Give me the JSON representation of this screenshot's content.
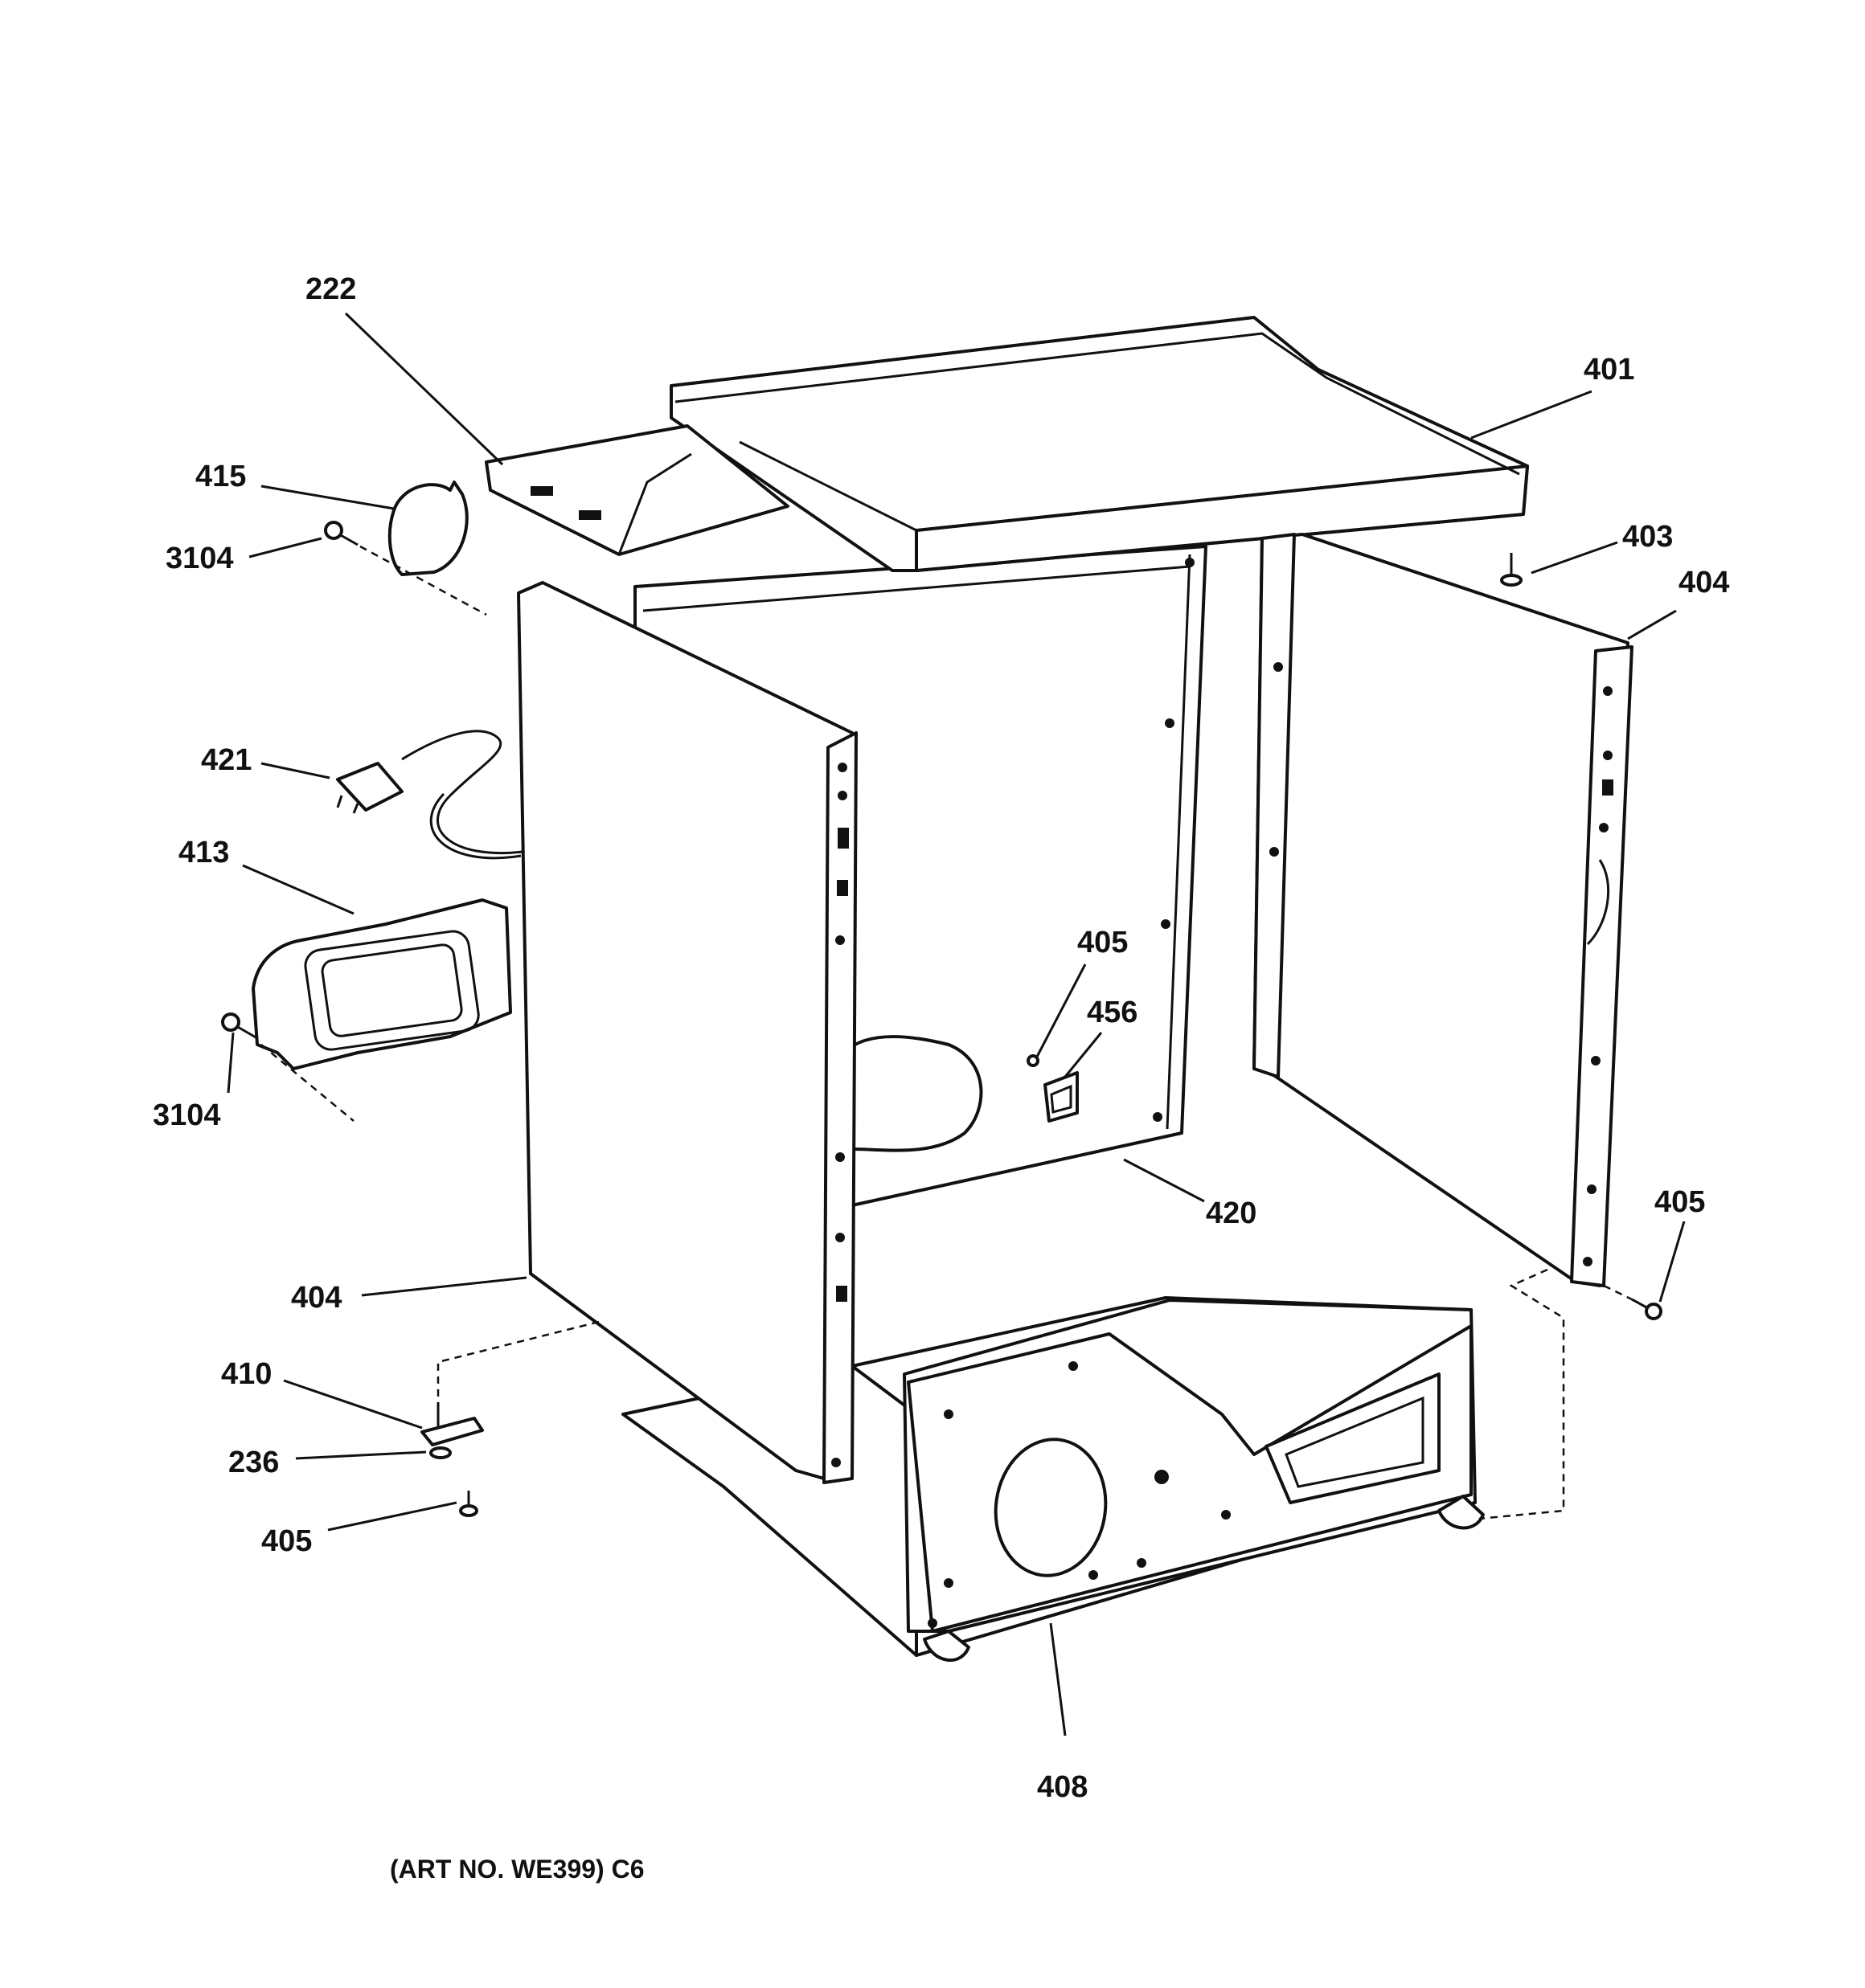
{
  "labels": {
    "l222": "222",
    "l401": "401",
    "l415": "415",
    "l3104a": "3104",
    "l403": "403",
    "l404a": "404",
    "l421": "421",
    "l413": "413",
    "l405a": "405",
    "l456": "456",
    "l3104b": "3104",
    "l420": "420",
    "l405b": "405",
    "l404b": "404",
    "l410": "410",
    "l236": "236",
    "l405c": "405",
    "l408": "408"
  },
  "caption": "(ART NO. WE399) C6"
}
